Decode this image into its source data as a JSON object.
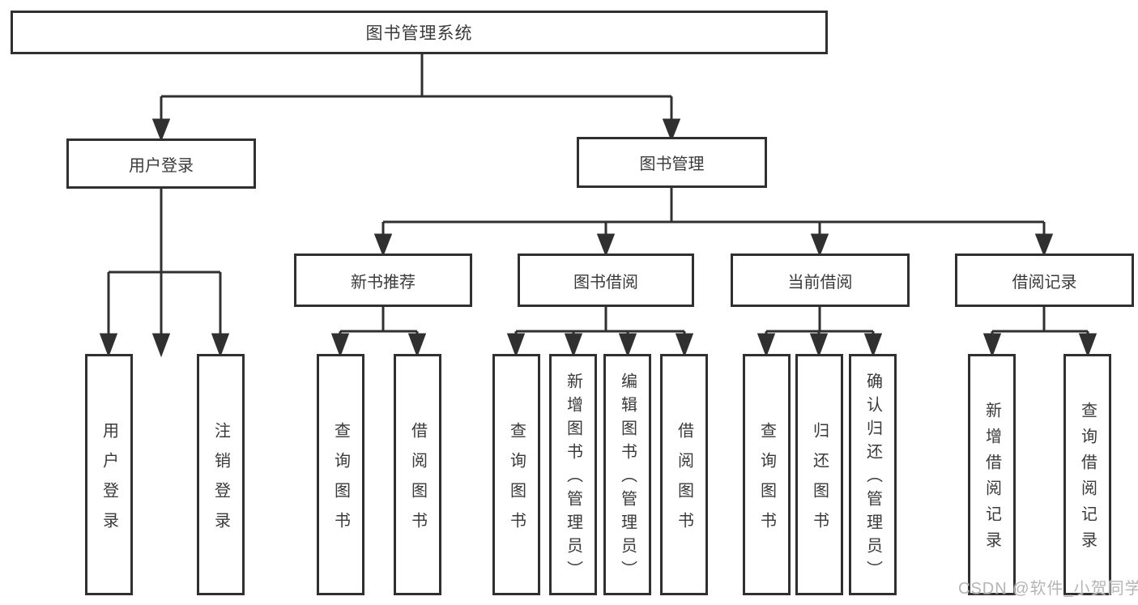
{
  "title": "图书管理系统",
  "nodes": {
    "root": "图书管理系统",
    "level2": {
      "user_login": "用户登录",
      "book_mgmt": "图书管理"
    },
    "level3": {
      "new_books": "新书推荐",
      "book_borrow": "图书借阅",
      "current_borrow": "当前借阅",
      "borrow_records": "借阅记录"
    },
    "leaves": {
      "user_login": [
        "用户登录",
        "注销登录"
      ],
      "new_books": [
        "查询图书",
        "借阅图书"
      ],
      "book_borrow": [
        "查询图书",
        "新增图书（管理员）",
        "编辑图书（管理员）",
        "借阅图书"
      ],
      "current_borrow": [
        "查询图书",
        "归还图书",
        "确认归还（管理员）"
      ],
      "borrow_records": [
        "新增借阅记录",
        "查询借阅记录"
      ]
    }
  },
  "watermark": "CSDN @软件_小贺同学",
  "colors": {
    "line": "#303030",
    "text": "#3a3a3a",
    "box_background": "#ffffff",
    "page_background": "#ffffff",
    "watermark": "#b5b5b5"
  }
}
